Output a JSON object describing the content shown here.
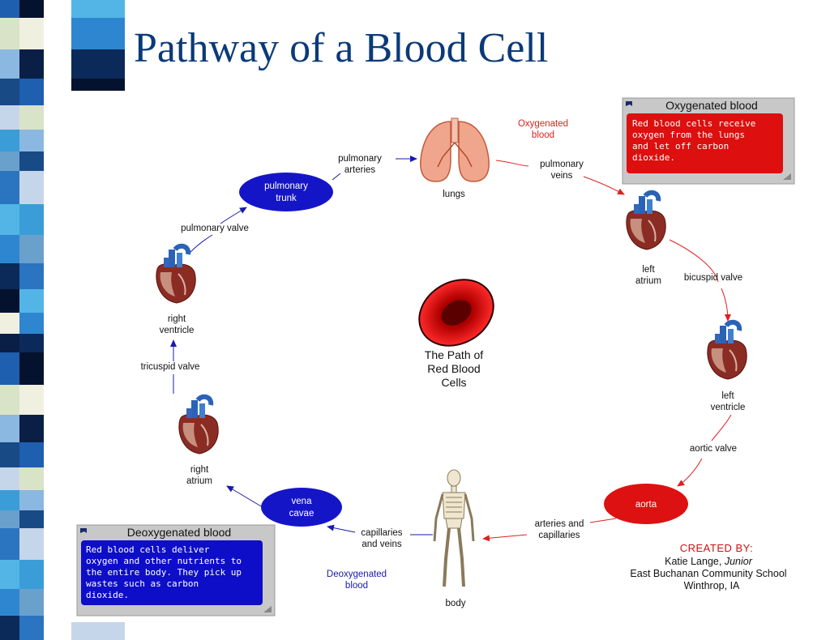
{
  "slide": {
    "title": "Pathway of a Blood Cell"
  },
  "colors": {
    "title": "#0b3a78",
    "oxygenated": "#e02020",
    "deoxygenated": "#1a1aa8",
    "aorta_fill": "#dd1111",
    "vessel_fill": "#1515c8"
  },
  "nodes": {
    "lungs": "lungs",
    "pulmonary_trunk": [
      "pulmonary",
      "trunk"
    ],
    "right_ventricle": [
      "right",
      "ventricle"
    ],
    "right_atrium": [
      "right",
      "atrium"
    ],
    "vena_cavae": [
      "vena",
      "cavae"
    ],
    "body": "body",
    "aorta": "aorta",
    "left_ventricle": [
      "left",
      "ventricle"
    ],
    "left_atrium": [
      "left",
      "atrium"
    ]
  },
  "connectors": {
    "pulmonary_arteries": [
      "pulmonary",
      "arteries"
    ],
    "pulmonary_veins": [
      "pulmonary",
      "veins"
    ],
    "bicuspid_valve": "bicuspid valve",
    "aortic_valve": "aortic valve",
    "arteries_capillaries": [
      "arteries  and",
      "capillaries"
    ],
    "capillaries_veins": [
      "capillaries",
      "and veins"
    ],
    "tricuspid_valve": "tricuspid valve",
    "pulmonary_valve": "pulmonary valve"
  },
  "state_labels": {
    "oxygenated": [
      "Oxygenated",
      "blood"
    ],
    "deoxygenated": [
      "Deoxygenated",
      "blood"
    ]
  },
  "center": {
    "icon": "red-blood-cell-icon",
    "label": [
      "The Path of",
      "Red Blood",
      "Cells"
    ]
  },
  "note_oxygenated": {
    "title": "Oxygenated blood",
    "lines": [
      "Red blood cells receive",
      "oxygen from the lungs",
      "and let off carbon",
      "dioxide."
    ]
  },
  "note_deoxygenated": {
    "title": "Deoxygenated blood",
    "lines": [
      "Red blood cells deliver",
      "oxygen and other nutrients to",
      "the entire body. They pick up",
      "wastes such as carbon",
      "dioxide."
    ]
  },
  "credits": {
    "heading": "CREATED BY:",
    "author": "Katie Lange,",
    "role": "Junior",
    "school": "East Buchanan Community School",
    "location": "Winthrop, IA"
  },
  "icons": {
    "heart": "heart-icon",
    "lungs": "lungs-icon",
    "skeleton": "skeleton-icon",
    "note": "note-icon"
  }
}
